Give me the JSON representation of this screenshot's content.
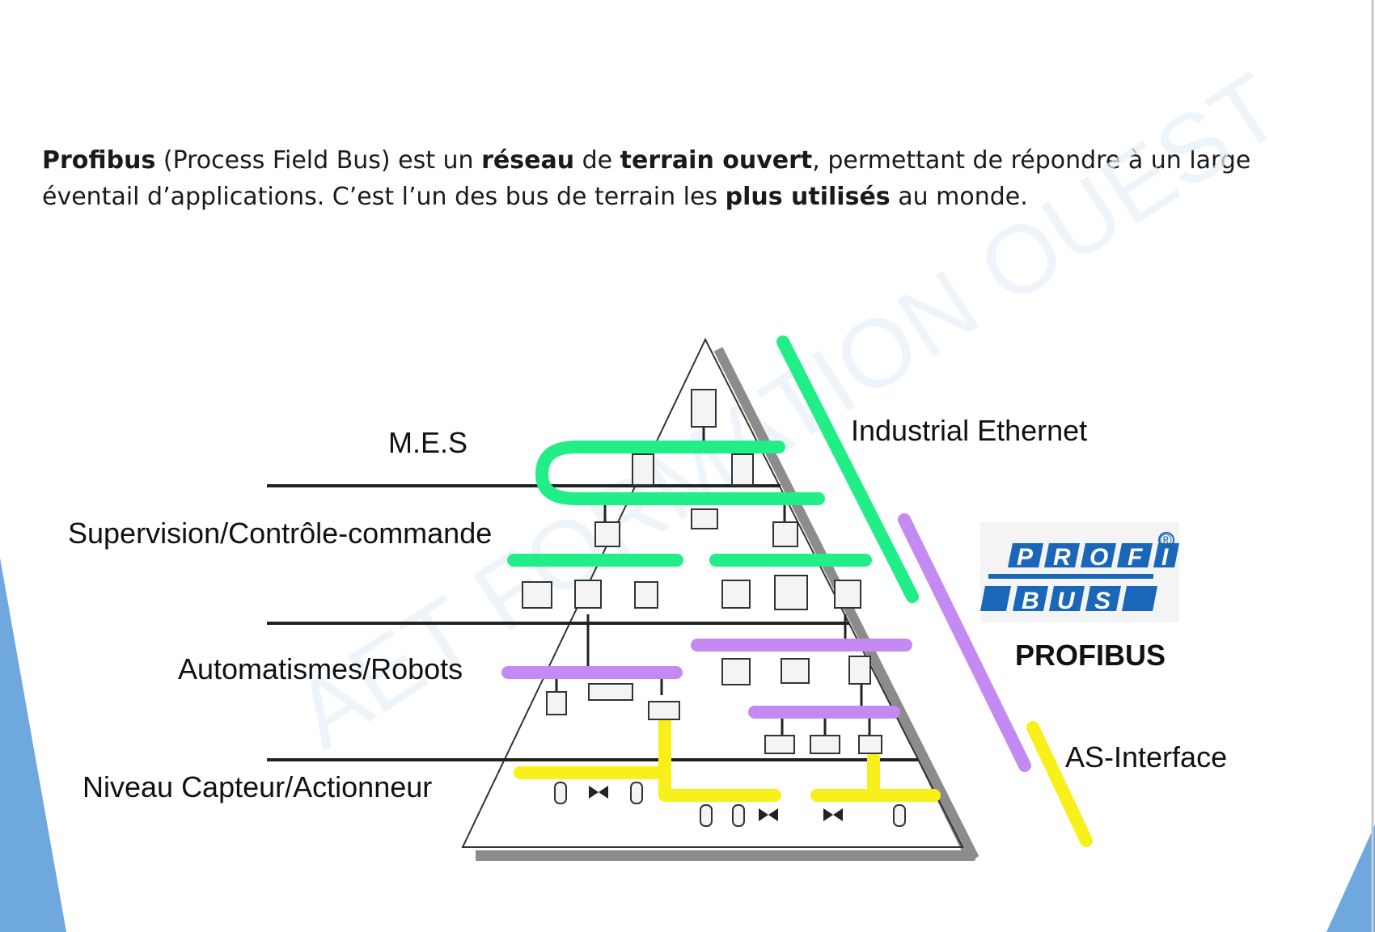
{
  "intro": {
    "p1": "Profibus",
    "p2": " (Process Field Bus) est un ",
    "p3": "réseau",
    "p4": " de ",
    "p5": "terrain ouvert",
    "p6": ", permettant de répondre à un large éventail d’applications. C’est l’un des bus de terrain les ",
    "p7": "plus utilisés",
    "p8": " au monde."
  },
  "diagram": {
    "levels": {
      "mes": "M.E.S",
      "supervision": "Supervision/Contrôle-commande",
      "automation": "Automatismes/Robots",
      "sensor": "Niveau Capteur/Actionneur"
    },
    "networks": {
      "ethernet": "Industrial Ethernet",
      "profibus": "PROFIBUS",
      "asi": "AS-Interface"
    },
    "logo": {
      "row1": [
        "P",
        "R",
        "O",
        "F",
        "I"
      ],
      "row2": [
        "B",
        "U",
        "S"
      ],
      "registered": "®"
    },
    "colors": {
      "ethernet": "#22ee88",
      "profibus": "#c58af2",
      "asi": "#f7f01a",
      "logo_blue": "#1a66b8",
      "side_accent": "#6fa8dc"
    },
    "watermark": "AET FORMATION OUEST"
  }
}
